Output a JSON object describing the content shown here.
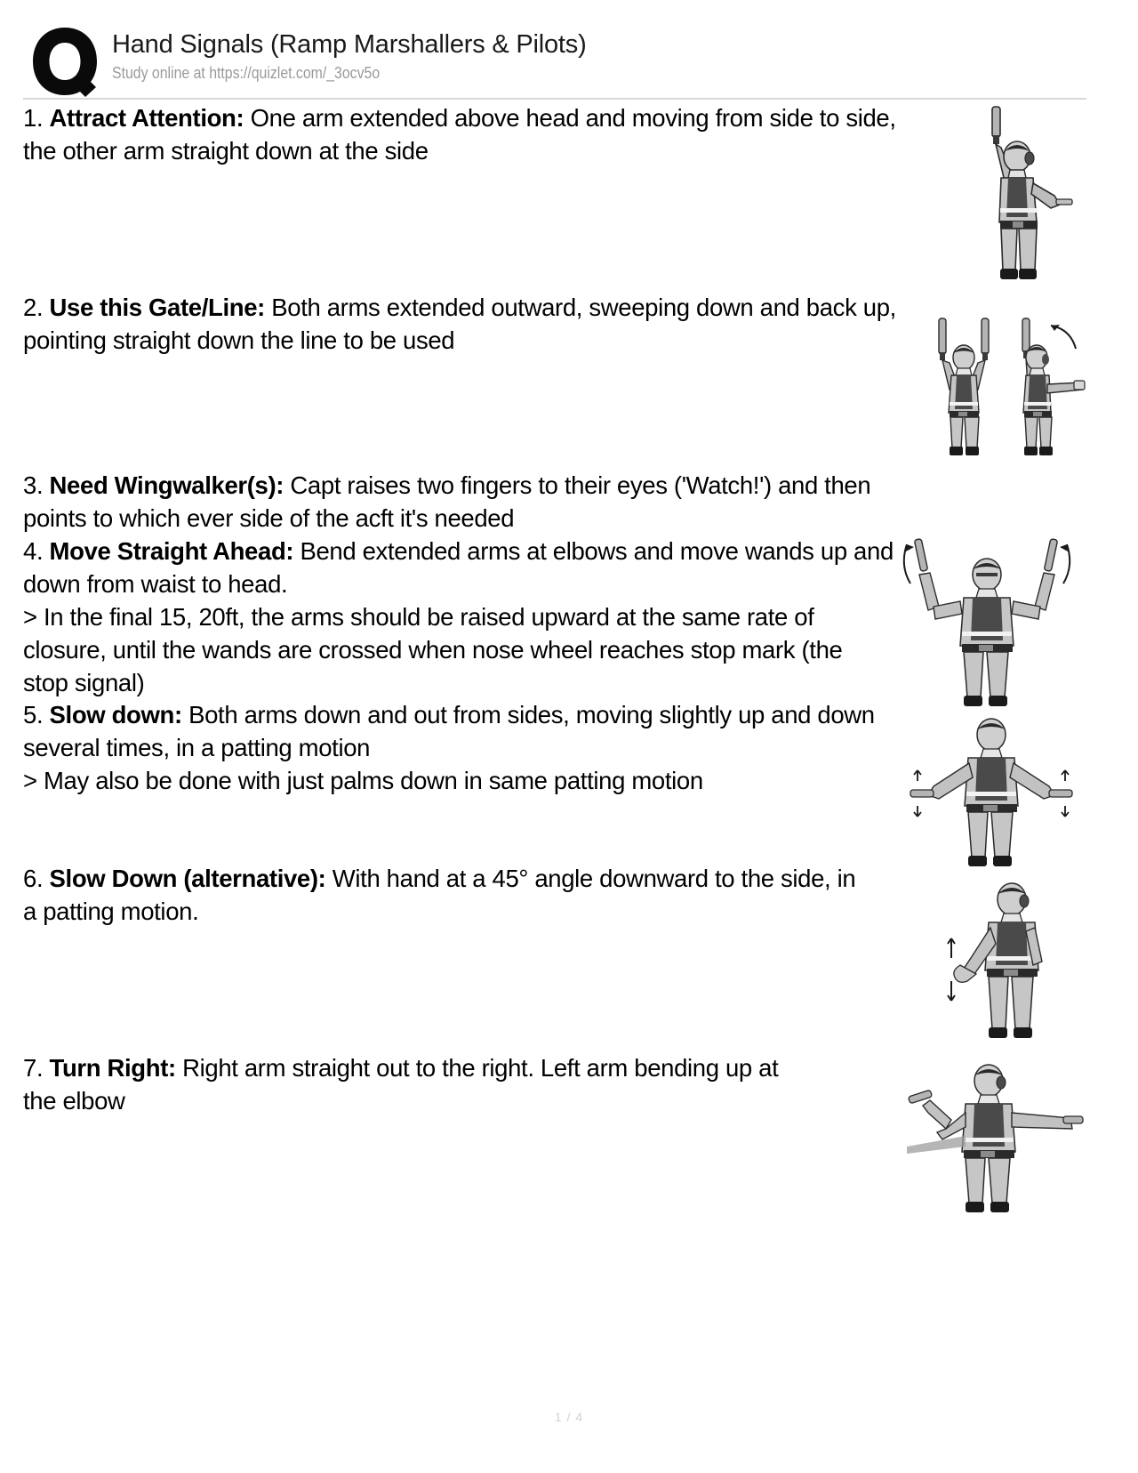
{
  "header": {
    "logo_icon": "quizlet-q-logo",
    "title": "Hand Signals (Ramp Marshallers & Pilots)",
    "subtitle": "Study online at https://quizlet.com/_3ocv5o"
  },
  "footer": {
    "page_indicator": "1 / 4"
  },
  "entries": [
    {
      "number": "1.",
      "term": "Attract Attention:",
      "lines": [
        "One arm extended above head and moving from side to side,",
        "the other arm straight down at the side"
      ]
    },
    {
      "number": "2.",
      "term": "Use this Gate/Line:",
      "lines": [
        "Both arms extended outward, sweeping down and back up,",
        "pointing straight down the line to be used"
      ]
    },
    {
      "number": "3.",
      "term": "Need Wingwalker(s):",
      "lines": [
        "Capt raises two fingers to their eyes ('Watch!') and then",
        "points to which ever side of the acft it's needed"
      ]
    },
    {
      "number": "4.",
      "term": "Move Straight Ahead:",
      "lines": [
        "Bend extended arms at elbows and move wands up and",
        "down from waist to head.",
        "> In the final 15, 20ft, the arms should be raised upward at the same rate of",
        "closure, until the wands are crossed when nose wheel reaches stop mark (the",
        "stop signal)"
      ]
    },
    {
      "number": "5.",
      "term": "Slow down:",
      "lines": [
        "Both arms down and out from sides, moving slightly up and down",
        "several times, in a patting motion",
        "> May also be done with just palms down in same patting motion"
      ]
    },
    {
      "number": "6.",
      "term": "Slow Down (alternative):",
      "lines": [
        "With hand at a 45° angle downward to the side, in",
        "a patting motion."
      ]
    },
    {
      "number": "7.",
      "term": "Turn Right:",
      "lines": [
        "Right arm straight out to the right. Left arm bending up at",
        "the elbow"
      ]
    }
  ],
  "figures": [
    {
      "name": "marshaller-attract-attention",
      "caption": "marshaller with one arm raised holding wand, other arm down"
    },
    {
      "name": "marshaller-use-this-gate-line",
      "caption": "two marshallers with both wands raised overhead"
    },
    {
      "name": "marshaller-move-straight-ahead",
      "caption": "marshaller with both arms bent at elbows, wands up"
    },
    {
      "name": "marshaller-slow-down",
      "caption": "marshaller with both arms down and out, patting motion"
    },
    {
      "name": "marshaller-slow-down-alternative",
      "caption": "marshaller with hand at 45 degrees downward, up-down arrow"
    },
    {
      "name": "marshaller-turn-right",
      "caption": "marshaller pointing right arm out, left arm bent up"
    }
  ],
  "colors": {
    "text": "#000000",
    "subtitle": "#9a9a9a",
    "rule": "#d8d8d8",
    "footer": "#d2d2d2",
    "figure_skin": "#b9b9b9",
    "figure_cloth": "#c9c9c9",
    "figure_vest": "#4a4a4a",
    "figure_dark": "#1a1a1a"
  }
}
